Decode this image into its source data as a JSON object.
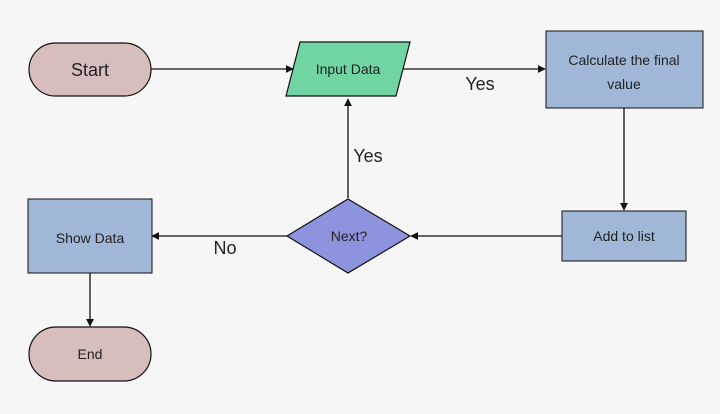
{
  "diagram": {
    "nodes": {
      "start": {
        "label": "Start",
        "color": "#d7bdbb"
      },
      "input_data": {
        "label": "Input Data",
        "color": "#71d5a3"
      },
      "calculate": {
        "label_line1": "Calculate the final",
        "label_line2": "value",
        "color": "#a0b7d8"
      },
      "add_to_list": {
        "label": "Add to list",
        "color": "#a0b7d8"
      },
      "next": {
        "label": "Next?",
        "color": "#8d93dc"
      },
      "show_data": {
        "label": "Show Data",
        "color": "#a0b7d8"
      },
      "end": {
        "label": "End",
        "color": "#d7bdbb"
      }
    },
    "edges": {
      "input_to_calculate": {
        "label": "Yes"
      },
      "next_to_input": {
        "label": "Yes"
      },
      "next_to_show": {
        "label": "No"
      }
    }
  }
}
